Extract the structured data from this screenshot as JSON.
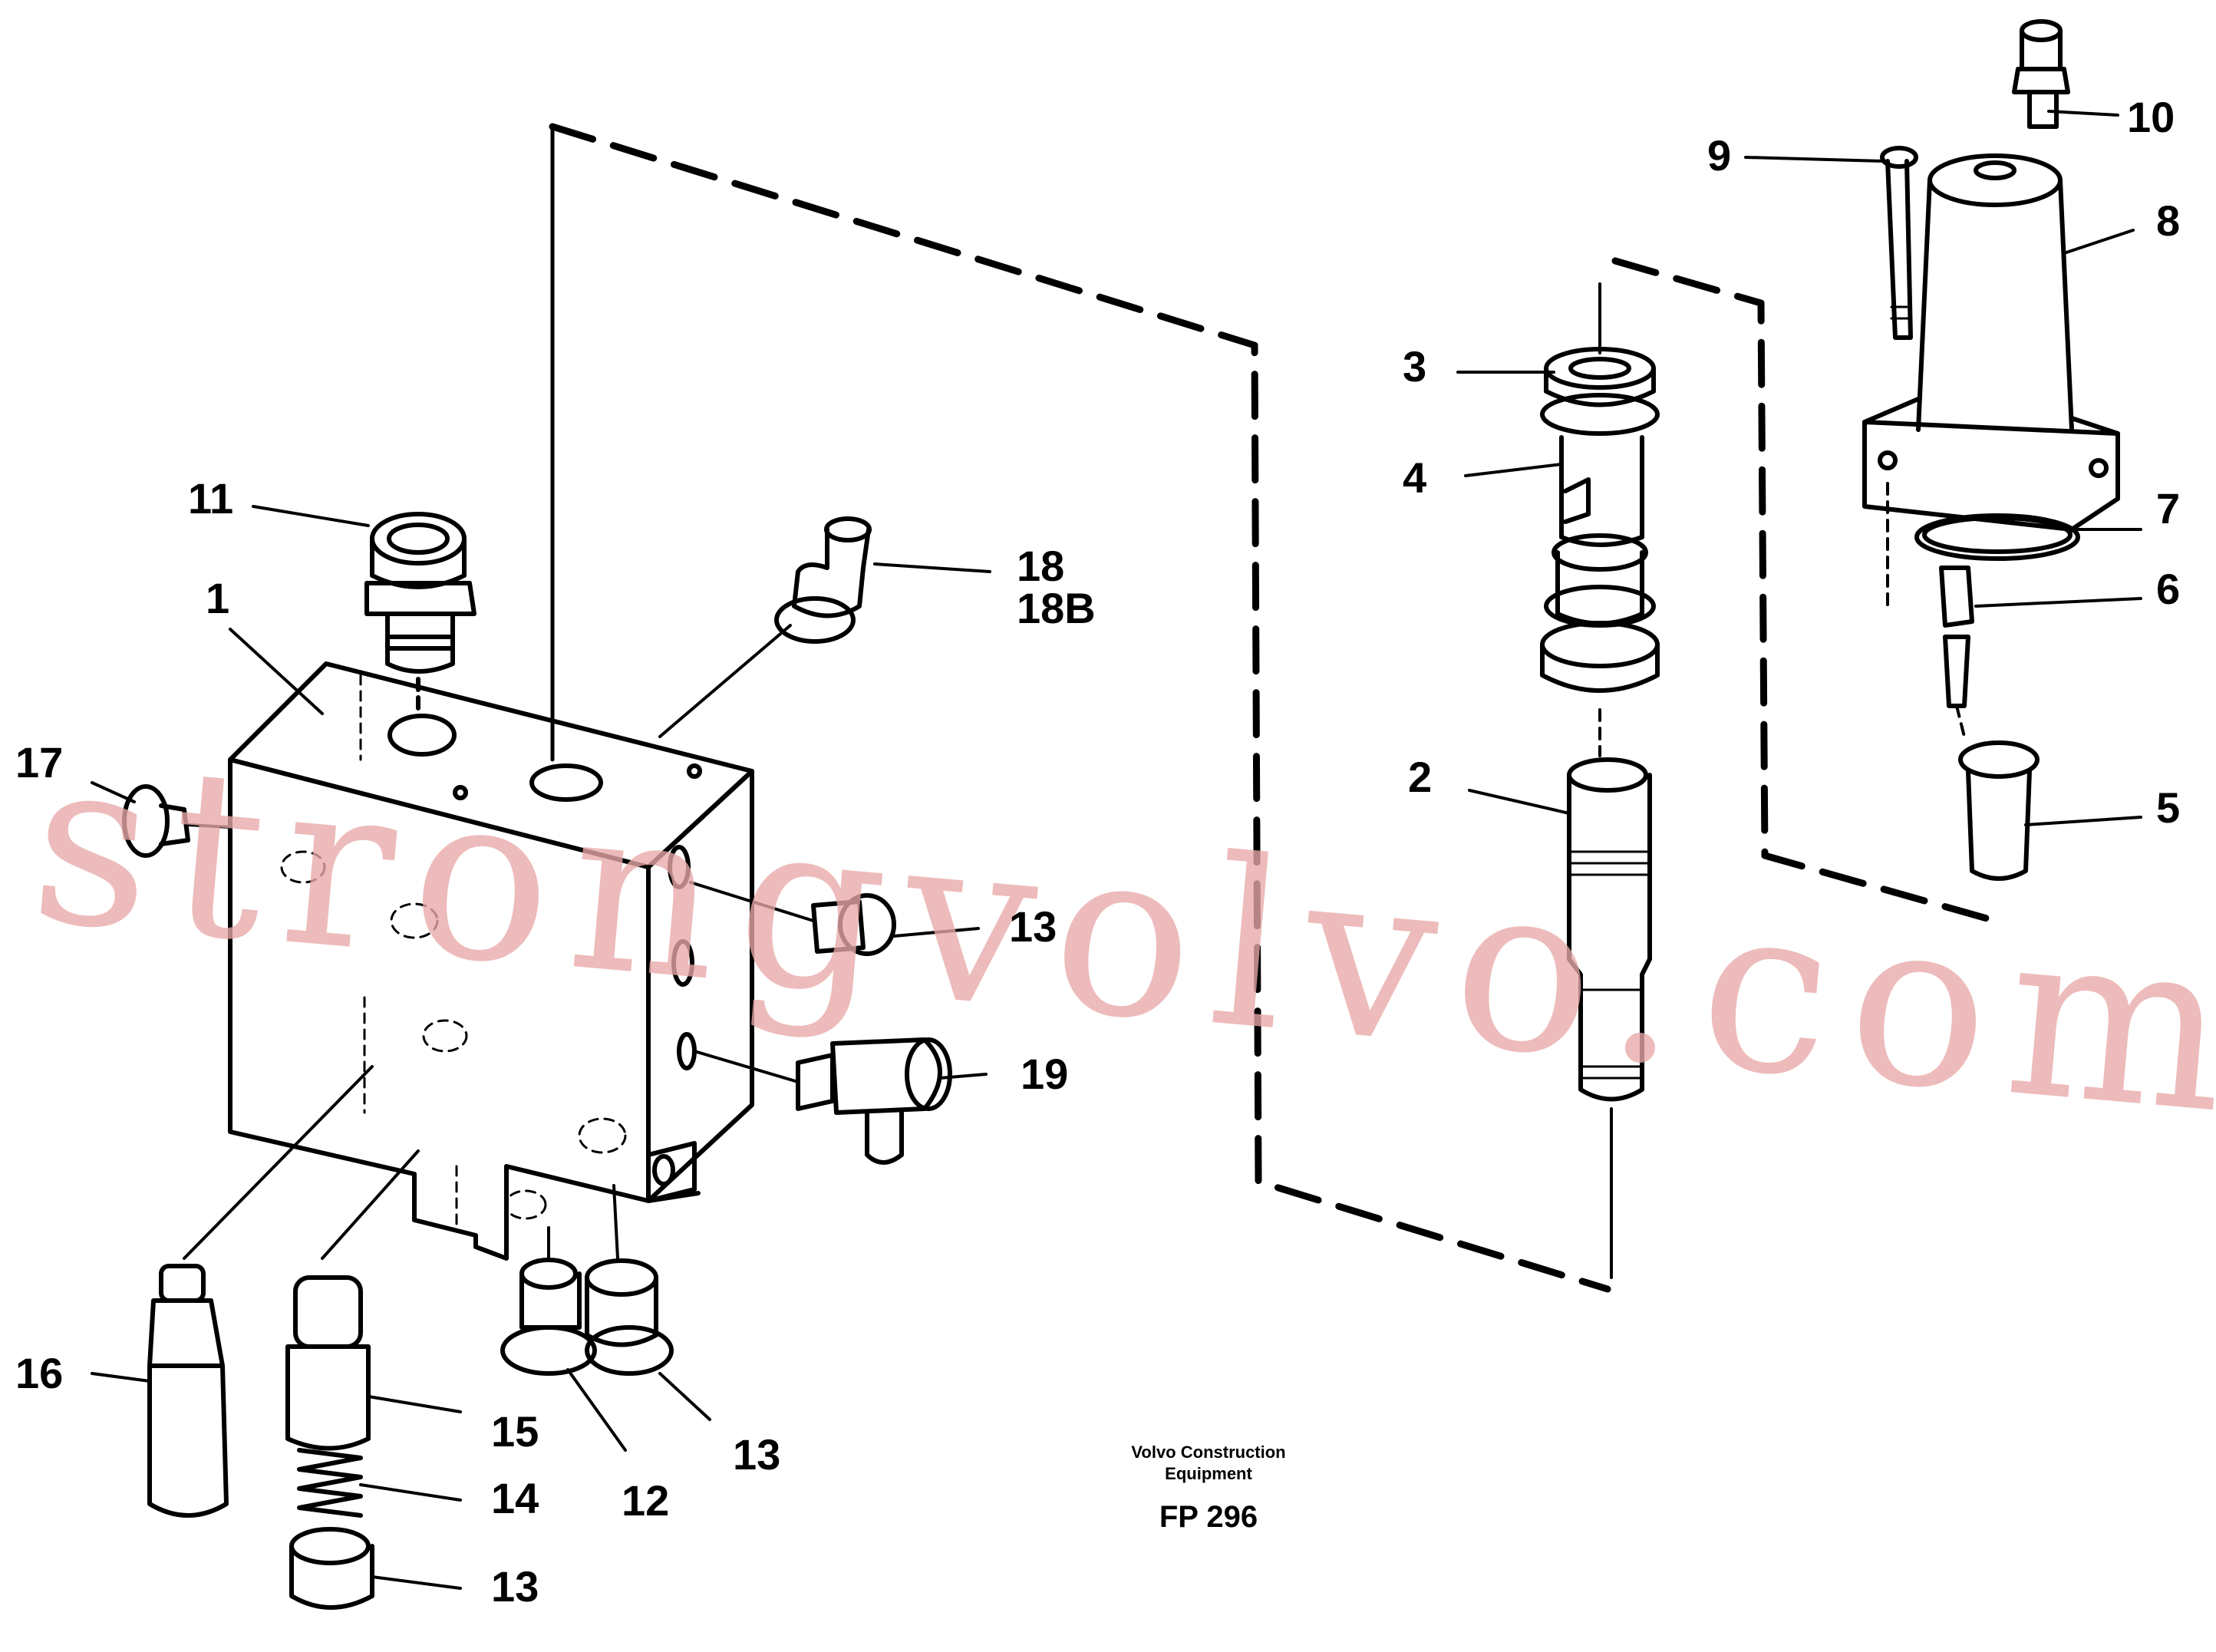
{
  "labels": {
    "p1": "1",
    "p2": "2",
    "p3": "3",
    "p4": "4",
    "p5": "5",
    "p6": "6",
    "p7": "7",
    "p8": "8",
    "p9": "9",
    "p10": "10",
    "p11": "11",
    "p12": "12",
    "p13a": "13",
    "p13b": "13",
    "p13c": "13",
    "p14": "14",
    "p15": "15",
    "p16": "16",
    "p17": "17",
    "p18": "18",
    "p18b": "18B",
    "p19": "19"
  },
  "caption": {
    "line1": "Volvo Construction",
    "line2": "Equipment",
    "code": "FP 296"
  },
  "watermark": "strongvolvo.com"
}
